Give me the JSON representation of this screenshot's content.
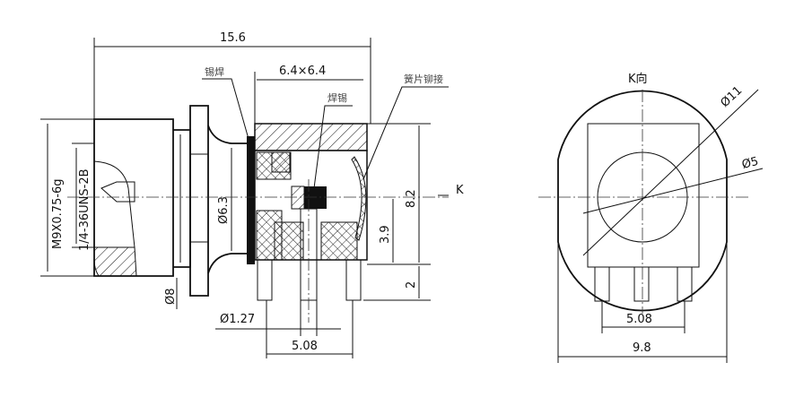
{
  "drawing": {
    "side_view": {
      "overall_length": "15.6",
      "body_size": "6.4×6.4",
      "thread_outer": "M9X0.75-6g",
      "thread_inner": "1/4-36UNS-2B",
      "shaft_diameter": "Ø6.3",
      "collar_diameter": "Ø8",
      "pin_diameter": "Ø1.27",
      "pin_pitch": "5.08",
      "body_height": "8.2",
      "center_height": "3.9",
      "pin_length": "2",
      "k_arrow": "K",
      "callout_solder_joint": "锡焊",
      "callout_solder": "焊锡",
      "callout_rivet": "簧片铆接"
    },
    "k_view": {
      "title": "K向",
      "outer_diameter": "Ø11",
      "inner_diameter": "Ø5",
      "pin_pitch": "5.08",
      "width": "9.8"
    }
  }
}
